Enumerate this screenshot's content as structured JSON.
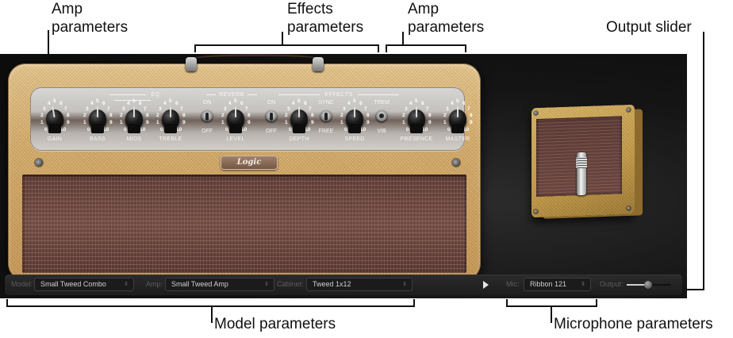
{
  "callouts": {
    "amp_params_left": {
      "line1": "Amp",
      "line2": "parameters"
    },
    "effects_params": {
      "line1": "Effects",
      "line2": "parameters"
    },
    "amp_params_right": {
      "line1": "Amp",
      "line2": "parameters"
    },
    "output_slider": "Output slider",
    "model_params": "Model parameters",
    "microphone_params": "Microphone parameters"
  },
  "amp": {
    "sections": {
      "eq": "EQ",
      "reverb": "REVERB",
      "effects": "EFFECTS"
    },
    "knob_scale": [
      "0",
      "1",
      "2",
      "3",
      "4",
      "5",
      "6",
      "7",
      "8",
      "9",
      "10"
    ],
    "knobs": [
      {
        "id": "gain",
        "label": "GAIN"
      },
      {
        "id": "bass",
        "label": "BASS"
      },
      {
        "id": "mids",
        "label": "MIDS"
      },
      {
        "id": "treble",
        "label": "TREBLE"
      },
      {
        "id": "level",
        "label": "LEVEL"
      },
      {
        "id": "depth",
        "label": "DEPTH"
      },
      {
        "id": "speed",
        "label": "SPEED"
      },
      {
        "id": "presence",
        "label": "PRESENCE"
      },
      {
        "id": "master",
        "label": "MASTER"
      }
    ],
    "toggles": [
      {
        "id": "reverb-on-off",
        "top": "ON",
        "bottom": "OFF"
      },
      {
        "id": "effects-on-off",
        "top": "ON",
        "bottom": "OFF"
      },
      {
        "id": "sync-free",
        "top": "SYNC",
        "bottom": "FREE"
      },
      {
        "id": "trem-vib",
        "top": "TREM",
        "bottom": "VIB"
      }
    ],
    "logo": "Logic"
  },
  "bottom_bar": {
    "model": {
      "label": "Model:",
      "value": "Small Tweed Combo"
    },
    "amp": {
      "label": "Amp:",
      "value": "Small Tweed Amp"
    },
    "cabinet": {
      "label": "Cabinet:",
      "value": "Tweed 1x12"
    },
    "mic": {
      "label": "Mic:",
      "value": "Ribbon 121"
    },
    "output": {
      "label": "Output:"
    },
    "select_arrows": "⇕"
  }
}
